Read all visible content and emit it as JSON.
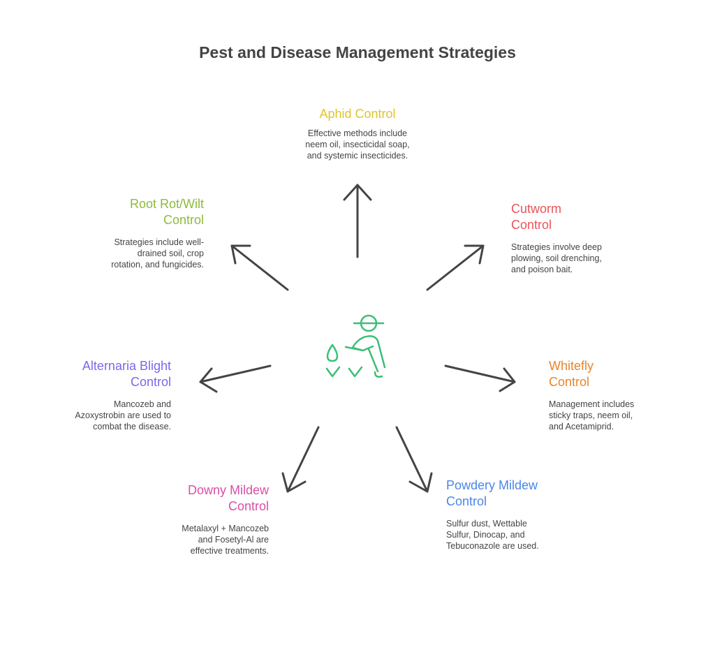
{
  "title": "Pest and Disease Management Strategies",
  "center_icon": "farmer-gardening-icon",
  "arrow_color": "#444444",
  "nodes": [
    {
      "key": "aphid",
      "title": "Aphid Control",
      "description": "Effective methods include neem oil, insecticidal soap, and systemic insecticides.",
      "color": "#E0C52A"
    },
    {
      "key": "cutworm",
      "title": "Cutworm Control",
      "description": "Strategies involve deep plowing, soil drenching, and poison bait.",
      "color": "#E8545A"
    },
    {
      "key": "whitefly",
      "title": "Whitefly Control",
      "description": "Management includes sticky traps, neem oil, and Acetamiprid.",
      "color": "#E8852A"
    },
    {
      "key": "powdery",
      "title": "Powdery Mildew Control",
      "description": "Sulfur dust, Wettable Sulfur, Dinocap, and Tebuconazole are used.",
      "color": "#4A86E8"
    },
    {
      "key": "downy",
      "title": "Downy Mildew Control",
      "description": "Metalaxyl + Mancozeb and Fosetyl-Al are effective treatments.",
      "color": "#D94FA8"
    },
    {
      "key": "alternaria",
      "title": "Alternaria Blight Control",
      "description": "Mancozeb and Azoxystrobin are used to combat the disease.",
      "color": "#7B68E8"
    },
    {
      "key": "rootrot",
      "title": "Root Rot/Wilt Control",
      "description": "Strategies include well-drained soil, crop rotation, and fungicides.",
      "color": "#8DBB3A"
    }
  ]
}
